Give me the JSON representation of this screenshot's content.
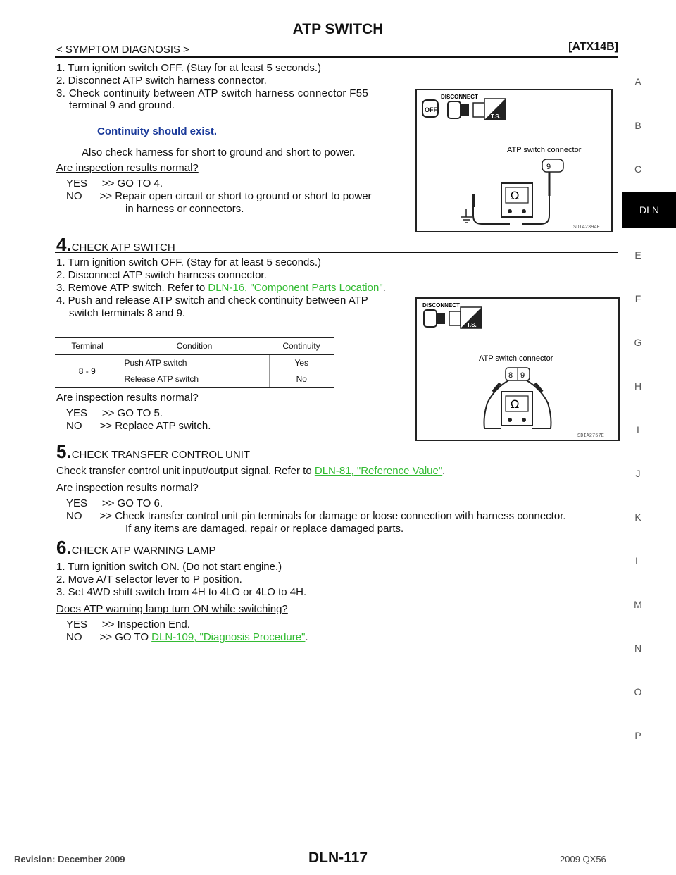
{
  "header": {
    "title": "ATP SWITCH",
    "breadcrumb": "< SYMPTOM DIAGNOSIS >",
    "code": "[ATX14B]"
  },
  "side_index": [
    "A",
    "B",
    "C",
    "DLN",
    "E",
    "F",
    "G",
    "H",
    "I",
    "J",
    "K",
    "L",
    "M",
    "N",
    "O",
    "P"
  ],
  "step3": {
    "items": [
      "1. Turn ignition switch OFF. (Stay for at least 5 seconds.)",
      "2. Disconnect ATP switch harness connector.",
      "3. Check continuity between ATP switch harness connector F55",
      "terminal 9 and ground."
    ],
    "spec": "Continuity should exist.",
    "note": "Also check harness for short to ground and short to power.",
    "question": "Are inspection results normal?",
    "yes": "YES     >> GO TO 4.",
    "no1": "NO      >> Repair open circuit or short to ground or short to power",
    "no2": "in harness or connectors."
  },
  "figure1": {
    "label_disconnect": "DISCONNECT",
    "label_off": "OFF",
    "label_ts": "T.S.",
    "connector": "ATP switch connector",
    "terminal": "9",
    "ohm": "Ω",
    "id": "SDIA2394E"
  },
  "step4": {
    "num": "4.",
    "heading": "CHECK ATP SWITCH",
    "items": [
      "1. Turn ignition switch OFF. (Stay for at least 5 seconds.)",
      "2. Disconnect ATP switch harness connector.",
      "3. Remove ATP switch. Refer to ",
      "4. Push and release ATP switch and check continuity between ATP",
      "switch terminals 8 and 9."
    ],
    "link": "DLN-16, \"Component Parts Location\"",
    "question": "Are inspection results normal?",
    "yes": "YES     >> GO TO 5.",
    "no": "NO      >> Replace ATP switch."
  },
  "table": {
    "headers": [
      "Terminal",
      "Condition",
      "Continuity"
    ],
    "terminal": "8 - 9",
    "rows": [
      {
        "condition": "Push ATP switch",
        "continuity": "Yes"
      },
      {
        "condition": "Release ATP switch",
        "continuity": "No"
      }
    ]
  },
  "figure2": {
    "label_disconnect": "DISCONNECT",
    "label_ts": "T.S.",
    "connector": "ATP switch connector",
    "t8": "8",
    "t9": "9",
    "ohm": "Ω",
    "id": "SDIA2757E"
  },
  "step5": {
    "num": "5.",
    "heading": "CHECK TRANSFER CONTROL UNIT",
    "body": "Check transfer control unit input/output signal. Refer to ",
    "link": "DLN-81, \"Reference Value\"",
    "question": "Are inspection results normal?",
    "yes": "YES     >> GO TO 6.",
    "no1": "NO      >> Check transfer control unit pin terminals for damage or loose connection with harness connector.",
    "no2": "If any items are damaged, repair or replace damaged parts."
  },
  "step6": {
    "num": "6.",
    "heading": "CHECK ATP WARNING LAMP",
    "items": [
      "1. Turn ignition switch ON.  (Do not start engine.)",
      "2. Move A/T selector lever to P position.",
      "3. Set 4WD shift switch from 4H to 4LO or 4LO to 4H."
    ],
    "question": "Does ATP warning lamp turn ON while switching?",
    "yes": "YES     >> Inspection End.",
    "no": "NO      >> GO TO ",
    "link": "DLN-109, \"Diagnosis Procedure\""
  },
  "footer": {
    "revision": "Revision: December 2009",
    "page": "DLN-117",
    "model": "2009 QX56"
  }
}
